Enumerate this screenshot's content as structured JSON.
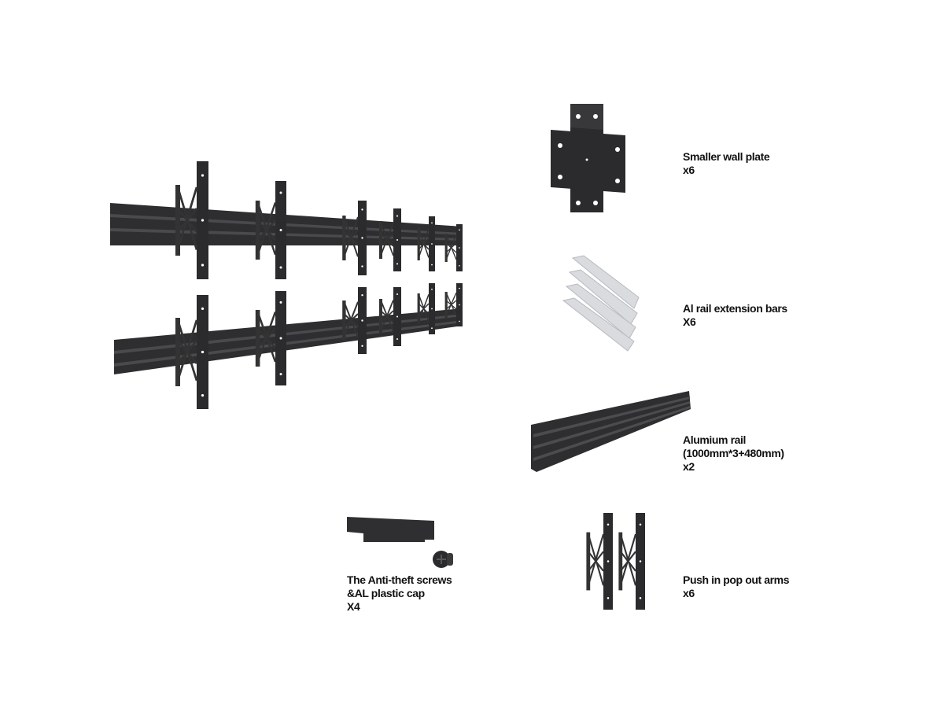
{
  "colors": {
    "metal_dark": "#2b2b2d",
    "metal_mid": "#3c3c3f",
    "bar_light": "#d9dbde",
    "text": "#111111"
  },
  "items": [
    {
      "name": "Smaller wall plate",
      "qty": "x6"
    },
    {
      "name": "Al rail extension bars",
      "qty": "X6"
    },
    {
      "name": "Alumium rail",
      "detail": "(1000mm*3+480mm)",
      "qty": "x2"
    },
    {
      "name": "Push in pop out arms",
      "qty": "x6"
    },
    {
      "name": "The Anti-theft screws",
      "detail": "&AL plastic cap",
      "qty": "X4"
    }
  ]
}
